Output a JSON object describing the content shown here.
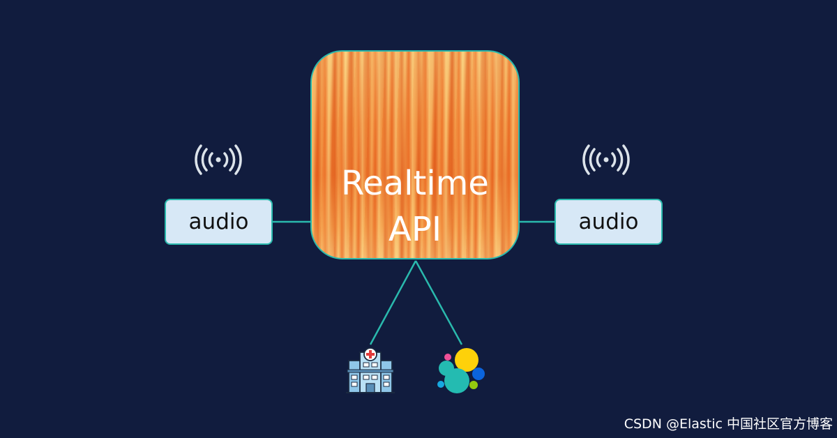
{
  "center": {
    "title_line1": "Realtime",
    "title_line2": "API"
  },
  "left_audio": {
    "label": "audio",
    "icon": "broadcast-signal-icon"
  },
  "right_audio": {
    "label": "audio",
    "icon": "broadcast-signal-icon"
  },
  "tools": [
    {
      "icon": "hospital-icon"
    },
    {
      "icon": "elastic-logo-icon"
    }
  ],
  "watermark": "CSDN @Elastic 中国社区官方博客",
  "colors": {
    "background": "#111c3e",
    "connector": "#2ab9ad",
    "audio_box_fill": "#d7e8f6",
    "signal_icon": "#dce3ea"
  }
}
